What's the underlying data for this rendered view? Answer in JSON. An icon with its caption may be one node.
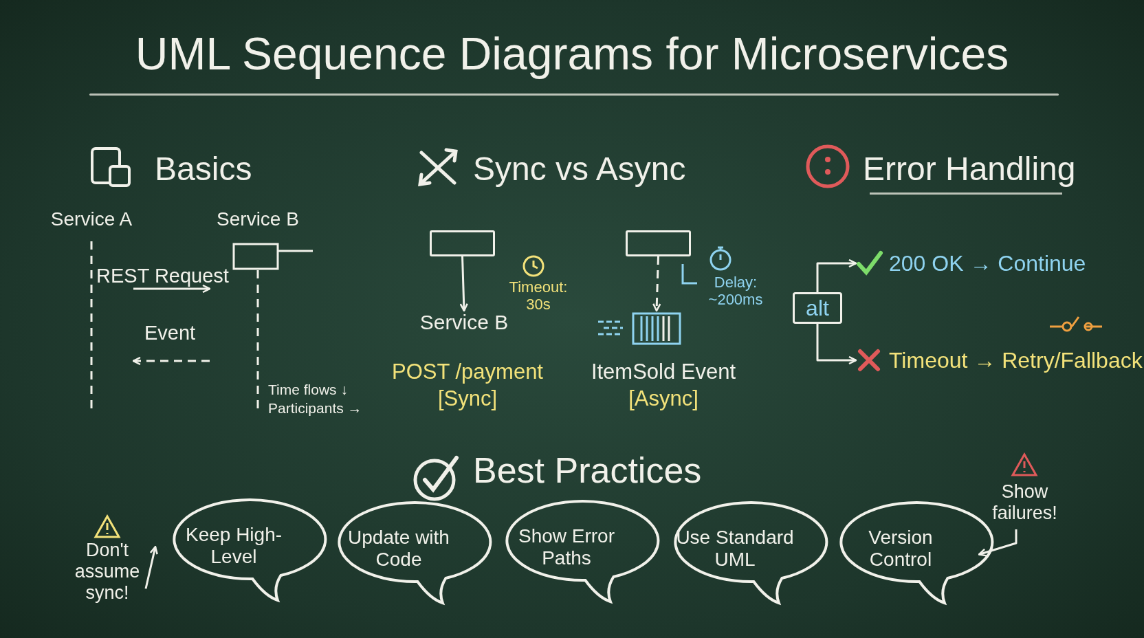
{
  "diagram": {
    "title": "UML Sequence Diagrams for Microservices",
    "nodes": [
      {
        "text": [
          "Service A"
        ]
      },
      {
        "text": [
          "Service B"
        ]
      },
      {
        "text": [],
        "shape": "box"
      },
      {
        "text": [
          "Service B"
        ]
      },
      {
        "text": [],
        "shape": "box"
      },
      {
        "text": [],
        "shape": "picture"
      },
      {
        "text": [
          "alt"
        ]
      },
      {
        "text": [
          "200 OK → Continue"
        ]
      },
      {
        "text": [
          "Timeout → Retry/Fallback"
        ]
      },
      {
        "text": [
          "Keep High-Level"
        ]
      },
      {
        "text": [
          "Update with Code"
        ]
      },
      {
        "text": [
          "Show Error Paths"
        ]
      },
      {
        "text": [
          "Use Standard UML"
        ]
      },
      {
        "text": [
          "Version Control"
        ]
      },
      {
        "text": [
          "Don't assume sync!"
        ]
      },
      {
        "text": [
          "Show failures!"
        ]
      }
    ],
    "edges": [
      {
        "from": 0,
        "to": 1,
        "arrow": "to",
        "label": "REST Request"
      },
      {
        "from": 1,
        "to": 0,
        "arrow": "to",
        "label": "Event",
        "style": "dashed"
      },
      {
        "from": 2,
        "to": 3,
        "arrow": "to"
      },
      {
        "from": 4,
        "to": 5,
        "arrow": "to",
        "style": "dashed"
      },
      {
        "from": 6,
        "to": 7,
        "arrow": "to"
      },
      {
        "from": 6,
        "to": 8,
        "arrow": "to"
      },
      {
        "from": 14,
        "to": 9,
        "arrow": "to"
      },
      {
        "from": 15,
        "to": 13,
        "arrow": "to"
      }
    ],
    "labels": [
      "Basics",
      "Sync vs Async",
      "Error Handling",
      "Timeout: 30s",
      "Delay: ~200ms",
      "Time flows ↓",
      "Participants →",
      "POST /payment",
      "[Sync]",
      "ItemSold Event",
      "[Async]",
      "Best Practices"
    ]
  }
}
